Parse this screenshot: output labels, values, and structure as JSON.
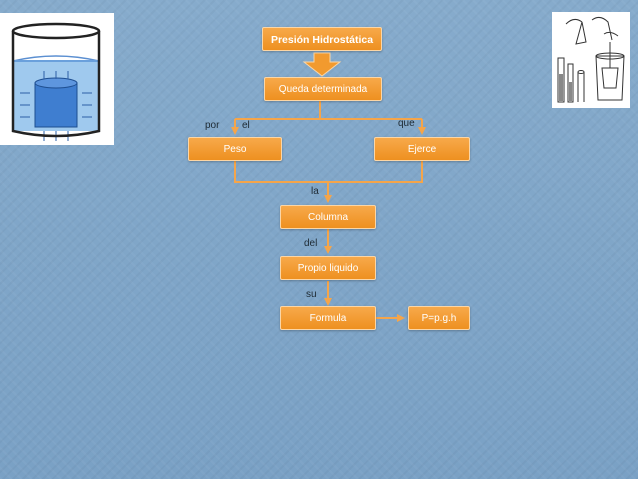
{
  "diagram": {
    "nodes": {
      "title": "Presión Hidrostática",
      "queda": "Queda determinada",
      "peso": "Peso",
      "ejerce": "Ejerce",
      "columna": "Columna",
      "propio": "Propio liquido",
      "formula": "Formula",
      "result": "P=p.g.h"
    },
    "connectors": {
      "por": "por",
      "el": "el",
      "que": "que",
      "la": "la",
      "del": "del",
      "su": "su"
    }
  },
  "colors": {
    "node_fill": "#f29a2e",
    "connector_line": "#f5a54a",
    "background": "#7fa6c9"
  }
}
